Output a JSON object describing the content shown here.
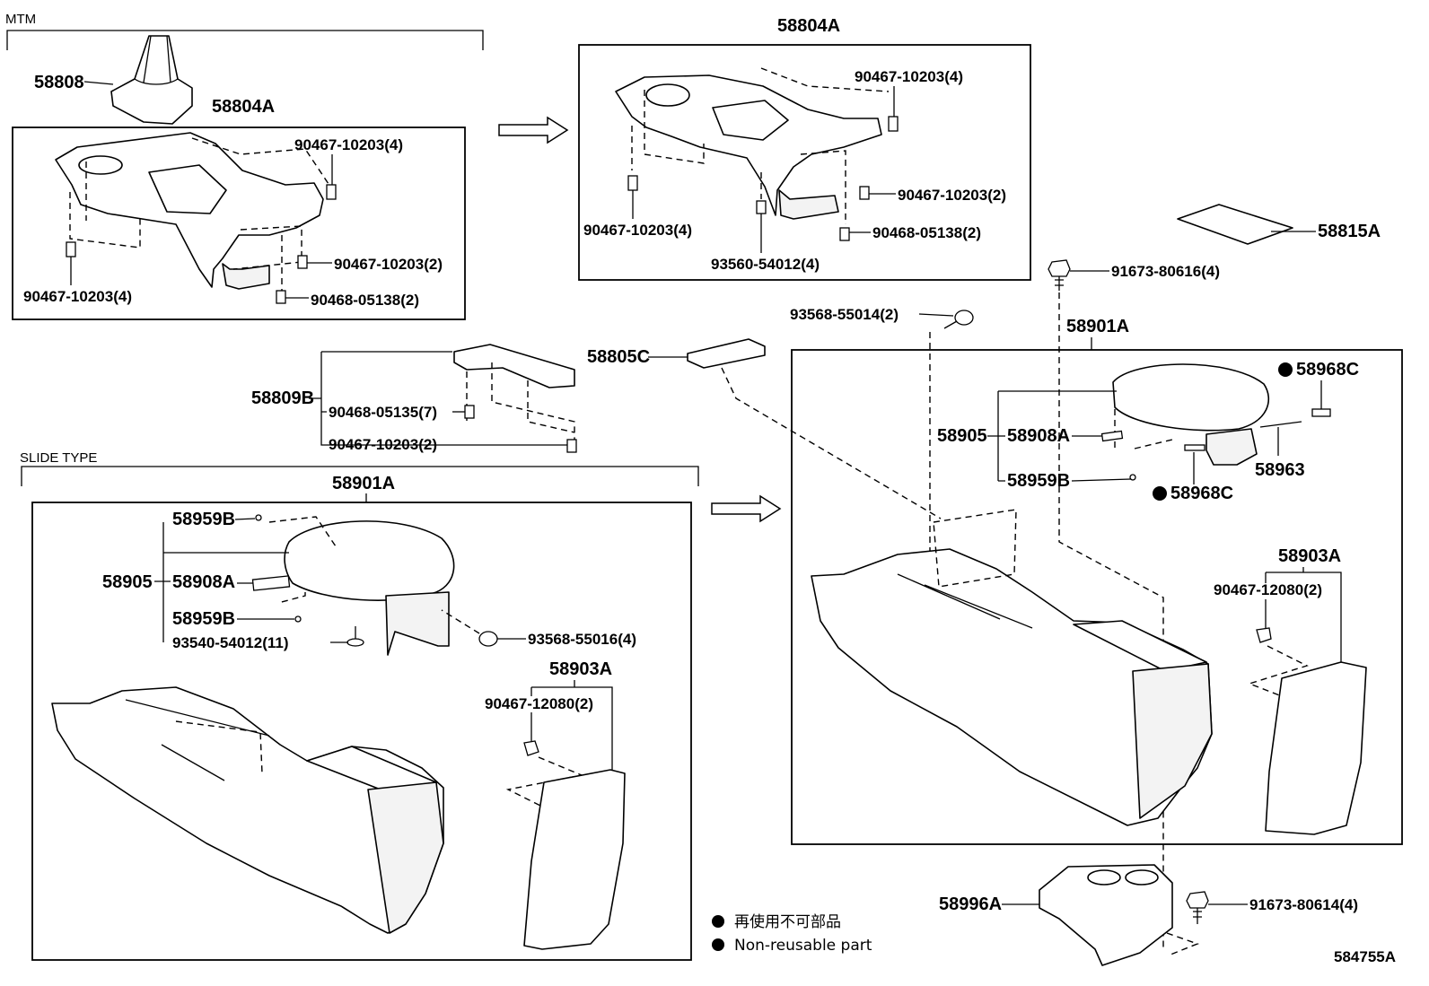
{
  "sections": {
    "mtm": "MTM",
    "slide_type": "SLIDE TYPE"
  },
  "labels": {
    "l58808": "58808",
    "l58804a_left": "58804A",
    "l58804a_top": "58804A",
    "mtm_clip_4_top": "90467-10203(4)",
    "mtm_clip_2": "90467-10203(2)",
    "mtm_clip_4_left": "90467-10203(4)",
    "mtm_clip_05138": "90468-05138(2)",
    "r_clip_4_top": "90467-10203(4)",
    "r_clip_2": "90467-10203(2)",
    "r_clip_4_left": "90467-10203(4)",
    "r_clip_05138": "90468-05138(2)",
    "r_screw_93560": "93560-54012(4)",
    "l58815a": "58815A",
    "bolt_80616": "91673-80616(4)",
    "screw_55014": "93568-55014(2)",
    "l58901a_right": "58901A",
    "l58805c": "58805C",
    "l58809b": "58809B",
    "clip_05135": "90468-05135(7)",
    "clip_10203_2_mid": "90467-10203(2)",
    "l58968c_top": "58968C",
    "l58905_right": "58905",
    "l58908a_right": "58908A",
    "l58959b_right": "58959B",
    "l58963": "58963",
    "l58968c_bottom": "58968C",
    "l58903a_right": "58903A",
    "clip_12080_right": "90467-12080(2)",
    "l58901a_left": "58901A",
    "l58959b_left_top": "58959B",
    "l58905_left": "58905",
    "l58908a_left": "58908A",
    "l58959b_left_bottom": "58959B",
    "screw_93540": "93540-54012(11)",
    "screw_55016": "93568-55016(4)",
    "l58903a_left": "58903A",
    "clip_12080_left": "90467-12080(2)",
    "l58996a": "58996A",
    "bolt_80614": "91673-80614(4)",
    "figure_id": "584755A"
  },
  "legend": {
    "non_reusable_jp": "再使用不可部品",
    "non_reusable_en": "Non-reusable part"
  }
}
